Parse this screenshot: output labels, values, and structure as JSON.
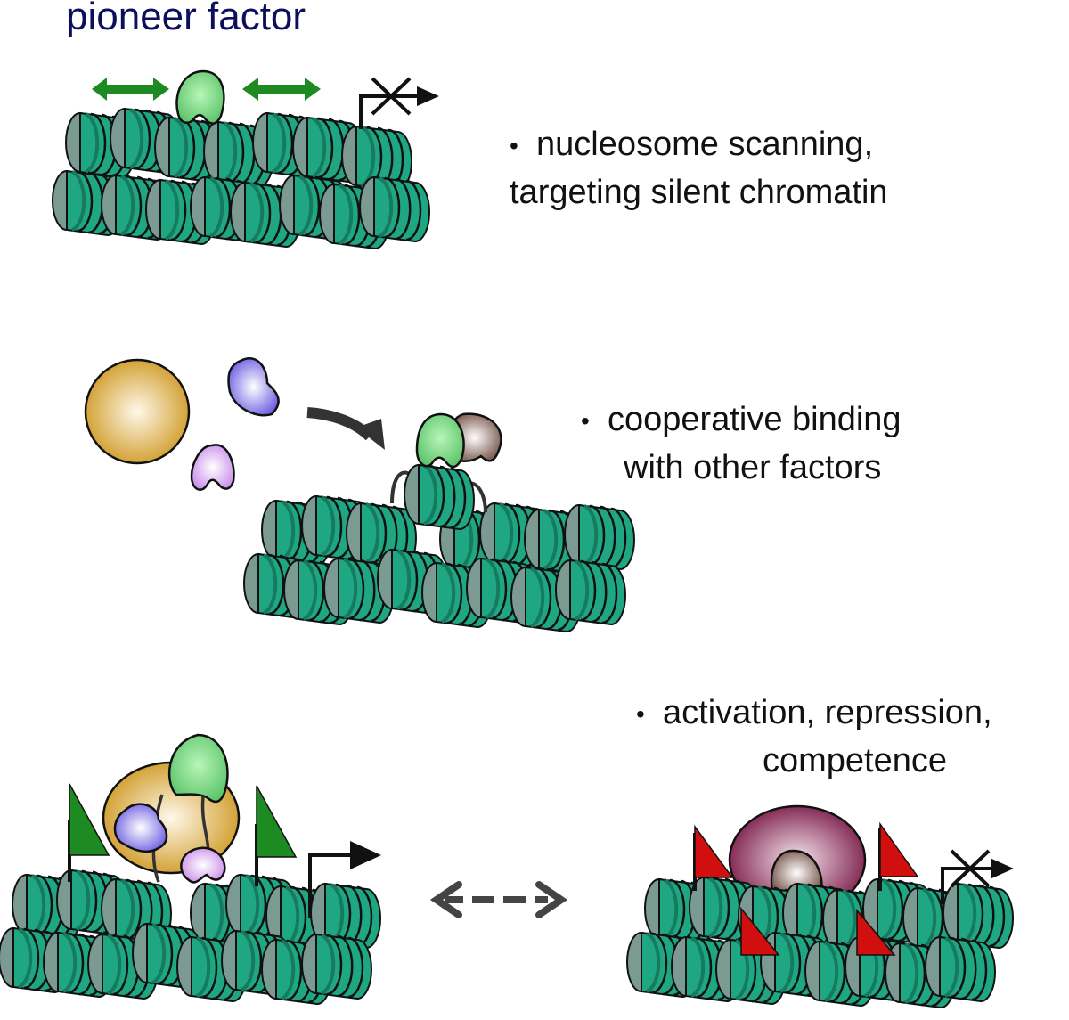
{
  "title": "pioneer factor",
  "panels": [
    {
      "id": "scanning",
      "bullet": "•",
      "lines": [
        "nucleosome scanning,",
        "targeting silent chromatin"
      ],
      "elements": [
        "green bidirectional arrows",
        "pioneer factor (green)",
        "nucleosome array",
        "blocked promoter arrow"
      ]
    },
    {
      "id": "cooperative",
      "bullet": "•",
      "lines": [
        "cooperative binding",
        "with other factors"
      ],
      "elements": [
        "gold factor",
        "blue factor",
        "pink factor",
        "curved arrow",
        "pioneer factor + brown partner on displaced nucleosome"
      ]
    },
    {
      "id": "outcome",
      "bullet": "•",
      "lines": [
        "activation, repression,",
        "competence"
      ],
      "elements": [
        "active complex with green flags and active promoter",
        "dashed bidirectional arrow",
        "repressive complex with red flags and blocked promoter"
      ]
    }
  ],
  "colors": {
    "title": "#0c0f5c",
    "nucleosome": "#1fa783",
    "nucleosome_dark": "#157a5f",
    "nucleosome_face": "#7a9a92",
    "pioneer": "#7fd98a",
    "gold": "#d2a233",
    "blue": "#7766e8",
    "pink": "#d49af0",
    "brown": "#8a6a60",
    "maroon": "#8b2355",
    "active_flag": "#1d8a22",
    "repress_flag": "#d10f0f",
    "scan_arrow": "#1d8a22",
    "dash_arrow": "#444444"
  }
}
